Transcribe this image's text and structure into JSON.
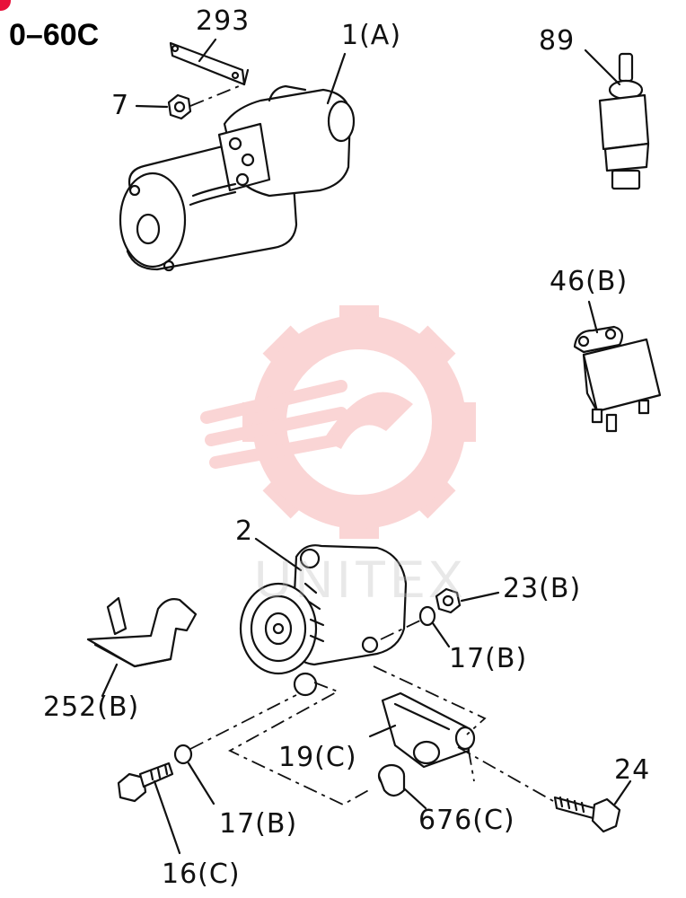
{
  "diagram": {
    "code": "0–60C",
    "watermark_text": "UNITEX",
    "callouts": [
      {
        "id": "293",
        "text": "293"
      },
      {
        "id": "1A",
        "text": "1(A)"
      },
      {
        "id": "7",
        "text": "7"
      },
      {
        "id": "89",
        "text": "89"
      },
      {
        "id": "46B",
        "text": "46(B)"
      },
      {
        "id": "2",
        "text": "2"
      },
      {
        "id": "23B",
        "text": "23(B)"
      },
      {
        "id": "17B_upper",
        "text": "17(B)"
      },
      {
        "id": "252B",
        "text": "252(B)"
      },
      {
        "id": "19C",
        "text": "19(C)"
      },
      {
        "id": "24",
        "text": "24"
      },
      {
        "id": "17B_lower",
        "text": "17(B)"
      },
      {
        "id": "676C",
        "text": "676(C)"
      },
      {
        "id": "16C",
        "text": "16(C)"
      }
    ],
    "colors": {
      "ink": "#111111",
      "accent": "#e8113a",
      "watermark": "#f6b3b3"
    }
  }
}
